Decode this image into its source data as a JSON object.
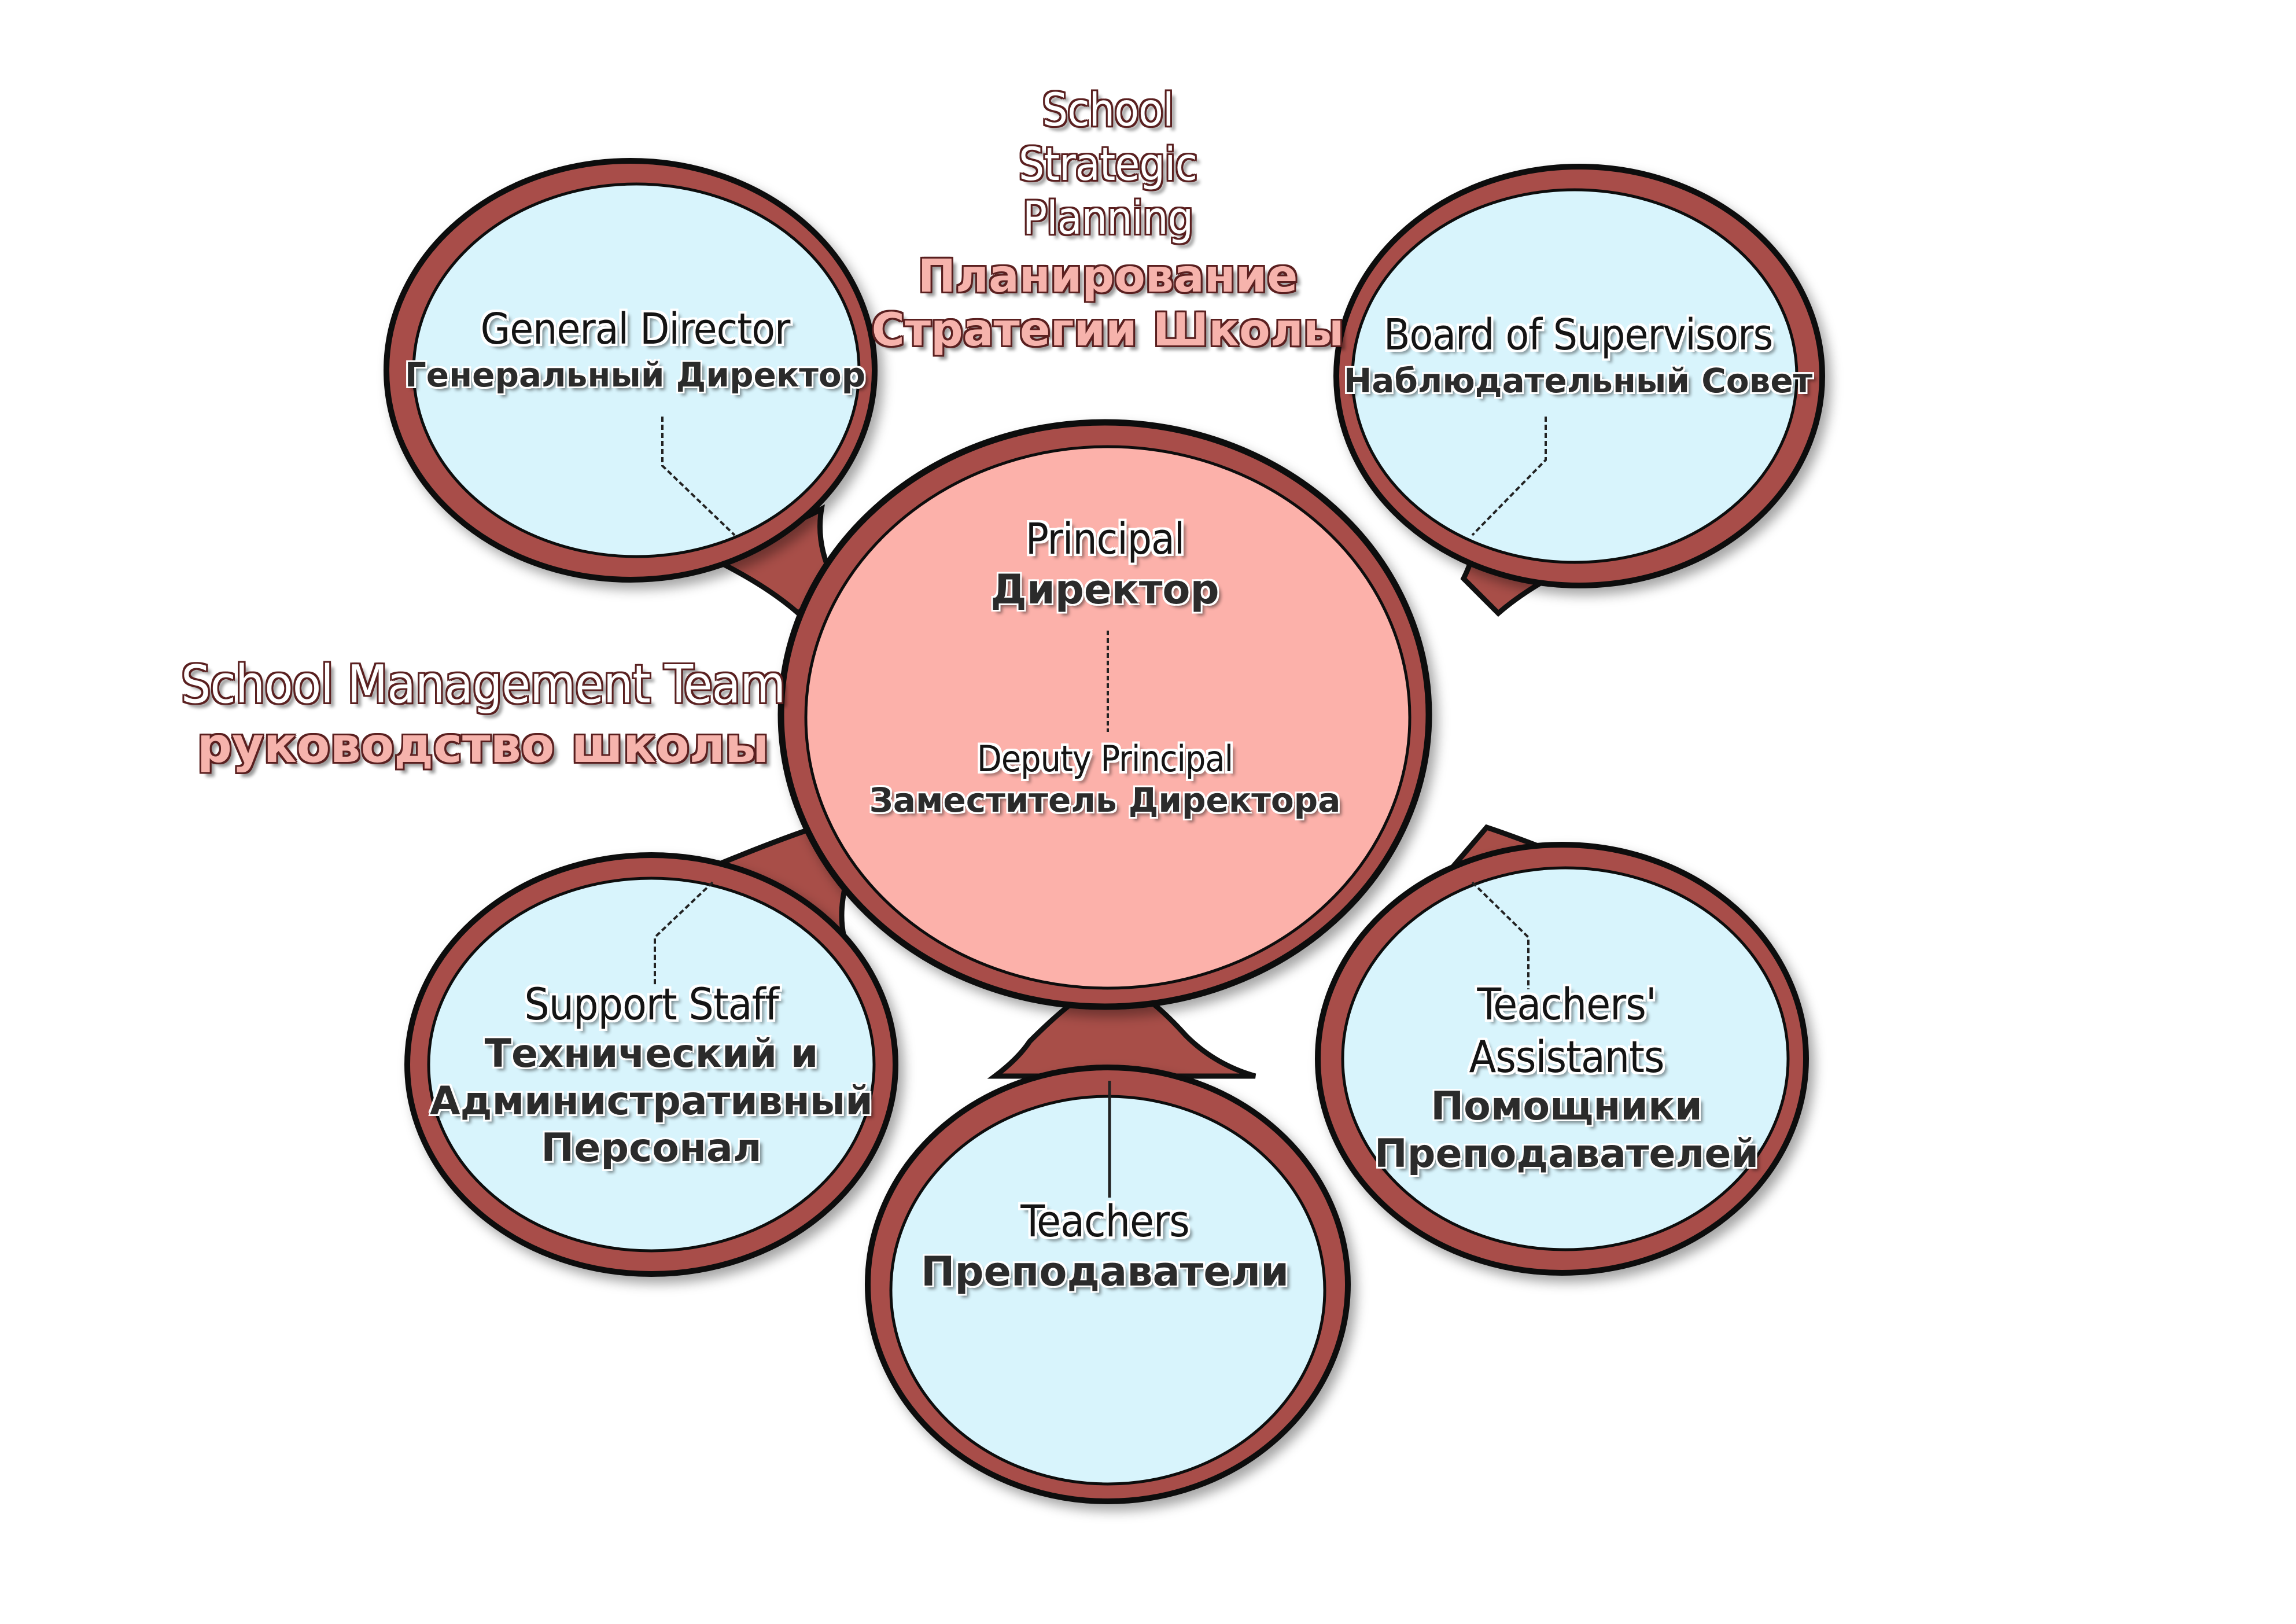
{
  "colors": {
    "outer_ring": "#a84e48",
    "outline": "#111111",
    "satellite_fill": "#d8f4fc",
    "center_fill": "#fcb1aa",
    "heading_pink": "#f6b3ac"
  },
  "strategic_planning": {
    "en_line1": "School",
    "en_line2": "Strategic",
    "en_line3": "Planning",
    "ru_line1": "Планирование",
    "ru_line2": "Стратегии Школы"
  },
  "management_team": {
    "en": "School Management Team",
    "ru": "руководство школы"
  },
  "center": {
    "principal_en": "Principal",
    "principal_ru": "Директор",
    "deputy_en": "Deputy Principal",
    "deputy_ru": "Заместитель Директора"
  },
  "nodes": {
    "general_director": {
      "en": "General Director",
      "ru": "Генеральный Директор"
    },
    "board": {
      "en": "Board of Supervisors",
      "ru": "Наблюдательный Совет"
    },
    "support_staff": {
      "en": "Support Staff",
      "ru_line1": "Технический и",
      "ru_line2": "Административный",
      "ru_line3": "Персонал"
    },
    "teachers": {
      "en": "Teachers",
      "ru": "Преподаватели"
    },
    "assistants": {
      "en_line1": "Teachers'",
      "en_line2": "Assistants",
      "ru_line1": "Помощники",
      "ru_line2": "Преподавателей"
    }
  }
}
